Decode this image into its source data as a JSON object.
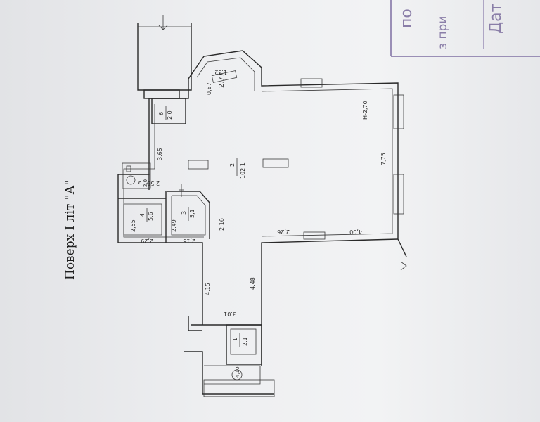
{
  "title": "Поверх I літ \"А\"",
  "height_label": "Н-2,70",
  "rooms": [
    {
      "id": "1",
      "area": "2,1"
    },
    {
      "id": "2",
      "area": "102,1"
    },
    {
      "id": "3",
      "area": "5,1"
    },
    {
      "id": "4",
      "area": "5,6"
    },
    {
      "id": "5",
      "area": "2,0"
    },
    {
      "id": "6",
      "area": "2,0"
    }
  ],
  "dimensions": [
    "1,32",
    "2,77",
    "0,87",
    "3,65",
    "2,58",
    "2,55",
    "2,29",
    "2,49",
    "2,15",
    "2,16",
    "7,75",
    "4,00",
    "2,26",
    "4,48",
    "4,15",
    "3,01",
    "4,10"
  ],
  "stamp": {
    "line1": "по",
    "line2": "з при",
    "line3": "Дат"
  }
}
